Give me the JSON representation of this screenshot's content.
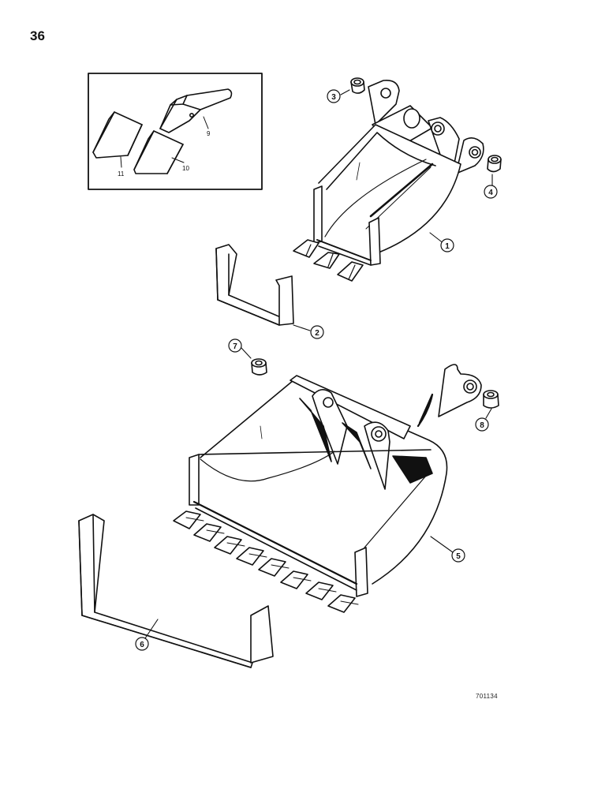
{
  "page": {
    "number": "36",
    "drawing_ref": "701134"
  },
  "callouts": [
    {
      "id": "c1",
      "label": "1"
    },
    {
      "id": "c2",
      "label": "2"
    },
    {
      "id": "c3",
      "label": "3"
    },
    {
      "id": "c4",
      "label": "4"
    },
    {
      "id": "c5",
      "label": "5"
    },
    {
      "id": "c6",
      "label": "6"
    },
    {
      "id": "c7",
      "label": "7"
    },
    {
      "id": "c8",
      "label": "8"
    }
  ],
  "inset": {
    "labels": [
      "9",
      "10",
      "11"
    ]
  },
  "colors": {
    "ink": "#111111",
    "paper": "#ffffff"
  }
}
